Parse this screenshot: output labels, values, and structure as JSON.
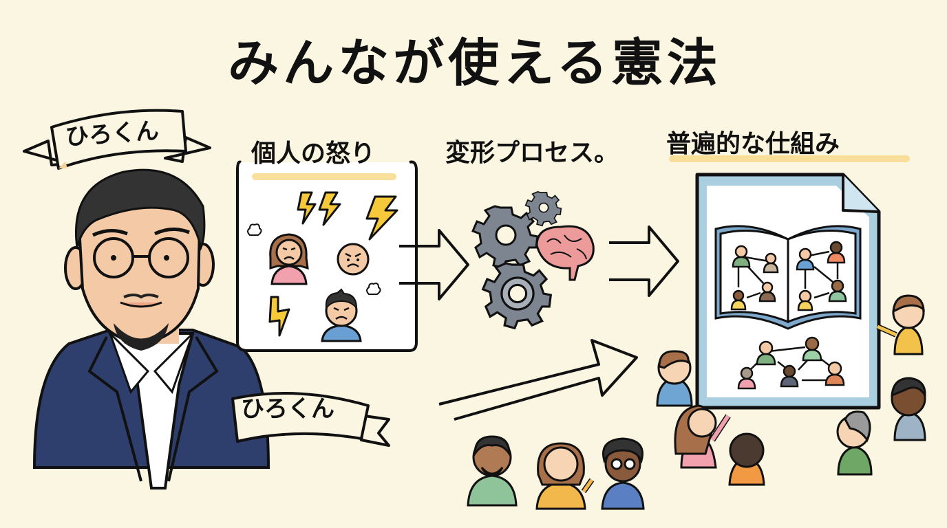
{
  "title": "みんなが使える憲法",
  "person": {
    "name_ribbon_top": "ひろくん",
    "name_ribbon_bottom": "ひろくん",
    "jacket_color": "#2e3f6e",
    "skin_color": "#f3c9a6"
  },
  "stages": [
    {
      "label": "個人の怒り",
      "icons": [
        "angry-woman",
        "angry-face",
        "angry-boy",
        "lightning-bolt",
        "lightning-bolt",
        "lightning-bolt",
        "lightning-bolt",
        "steam-puff",
        "steam-puff"
      ]
    },
    {
      "label": "変形プロセス。",
      "icons": [
        "gear",
        "gear",
        "gear",
        "brain"
      ]
    },
    {
      "label": "普遍的な仕組み",
      "icons": [
        "document",
        "open-book",
        "people-network"
      ]
    }
  ],
  "colors": {
    "background": "#fbf6e2",
    "highlight": "#f7d98a",
    "lightning": "#f5c93a",
    "gear": "#7c8590",
    "brain": "#ec9a9a",
    "document_border": "#a9cfe0"
  },
  "crowd": {
    "bottom_group": [
      "bearded-man-green",
      "woman-waving-yellow",
      "man-glasses-blue"
    ],
    "right_group": [
      "boy-blue",
      "girl-pointing-pink",
      "child-orange-back",
      "elder-green",
      "person-gray",
      "child-yellow-holding"
    ]
  }
}
